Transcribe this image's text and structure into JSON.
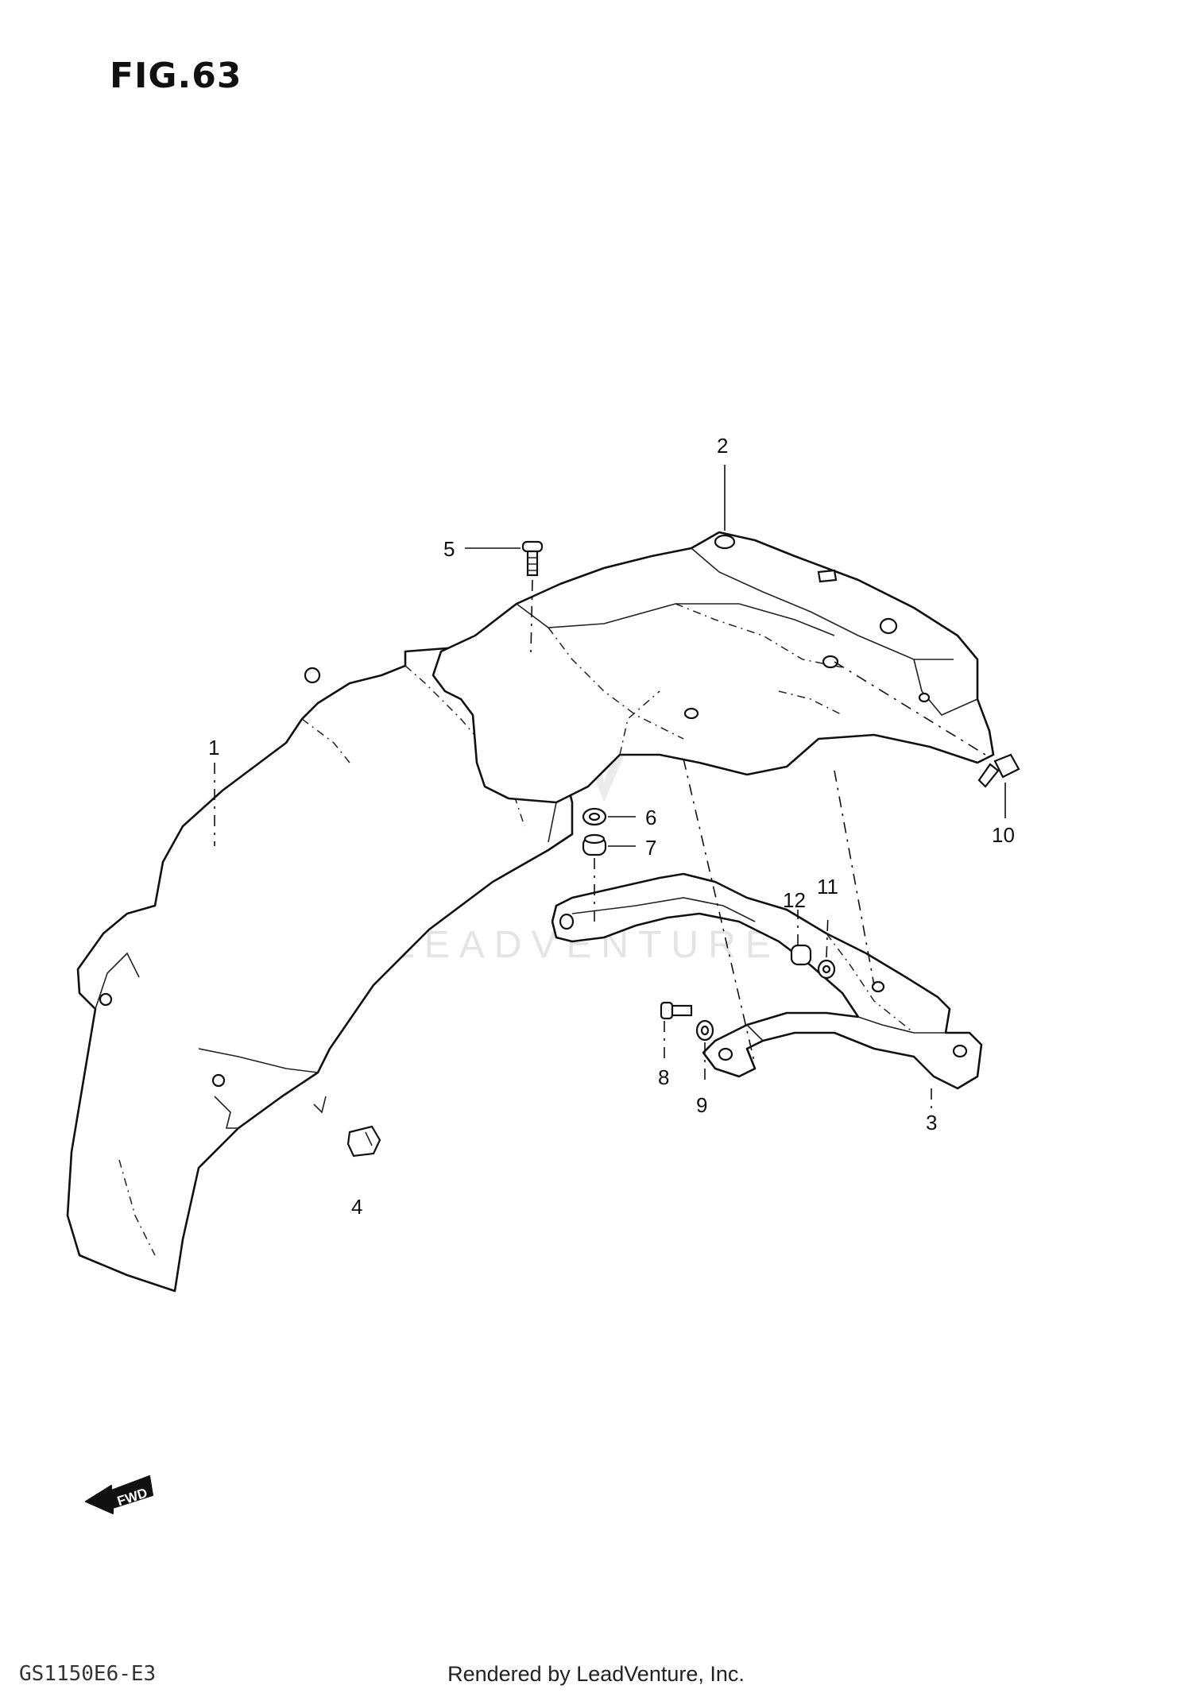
{
  "figure": {
    "title": "FIG.63"
  },
  "callouts": [
    {
      "id": "1",
      "label": "1"
    },
    {
      "id": "2",
      "label": "2"
    },
    {
      "id": "3",
      "label": "3"
    },
    {
      "id": "4",
      "label": "4"
    },
    {
      "id": "5",
      "label": "5"
    },
    {
      "id": "6",
      "label": "6"
    },
    {
      "id": "7",
      "label": "7"
    },
    {
      "id": "8",
      "label": "8"
    },
    {
      "id": "9",
      "label": "9"
    },
    {
      "id": "10",
      "label": "10"
    },
    {
      "id": "11",
      "label": "11"
    },
    {
      "id": "12",
      "label": "12"
    }
  ],
  "direction_arrow": {
    "label": "FWD"
  },
  "watermark": {
    "text": "LEADVENTURE"
  },
  "footer": {
    "code": "GS1150E6-E3",
    "rendered_by": "Rendered by LeadVenture, Inc."
  }
}
